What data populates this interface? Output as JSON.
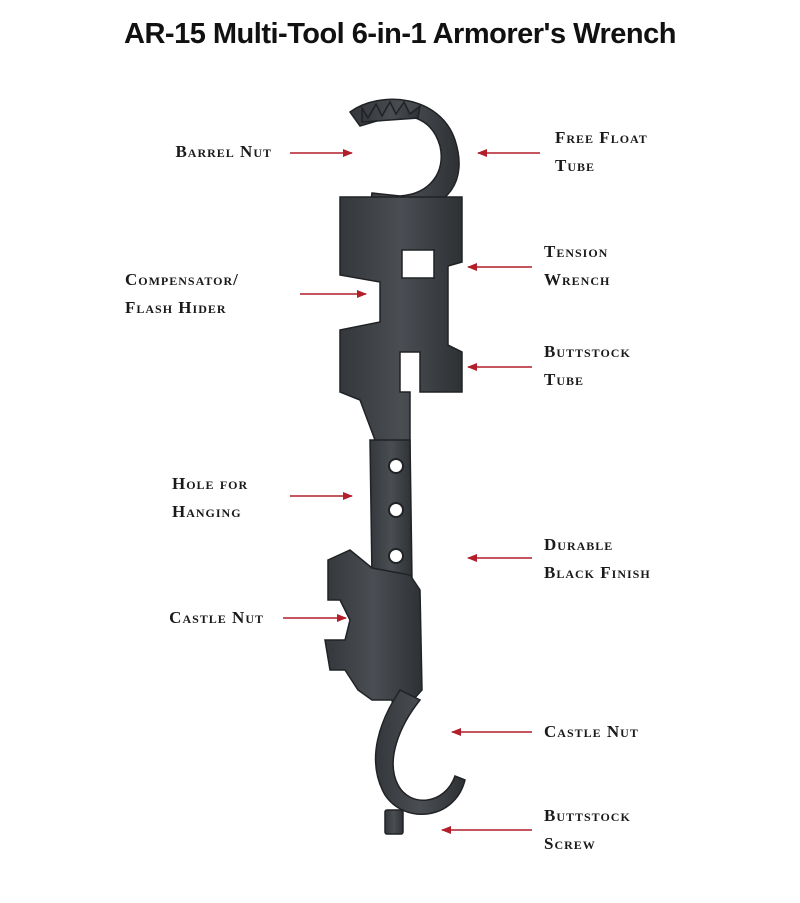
{
  "title": "AR-15 Multi-Tool 6-in-1 Armorer's Wrench",
  "colors": {
    "arrow": "#b21f2a",
    "tool_body": "#3c3f43",
    "tool_edge": "#202225"
  },
  "labels": {
    "barrel_nut": [
      "Barrel Nut"
    ],
    "free_float_tube": [
      "Free Float",
      "Tube"
    ],
    "tension_wrench": [
      "Tension",
      "Wrench"
    ],
    "compensator": [
      "Compensator/",
      "Flash Hider"
    ],
    "buttstock_tube": [
      "Buttstock",
      "Tube"
    ],
    "hole_for_hanging": [
      "Hole for",
      "Hanging"
    ],
    "durable_finish": [
      "Durable",
      "Black Finish"
    ],
    "castle_nut_left": [
      "Castle Nut"
    ],
    "castle_nut_right": [
      "Castle Nut"
    ],
    "buttstock_screw": [
      "Buttstock",
      "Screw"
    ]
  }
}
